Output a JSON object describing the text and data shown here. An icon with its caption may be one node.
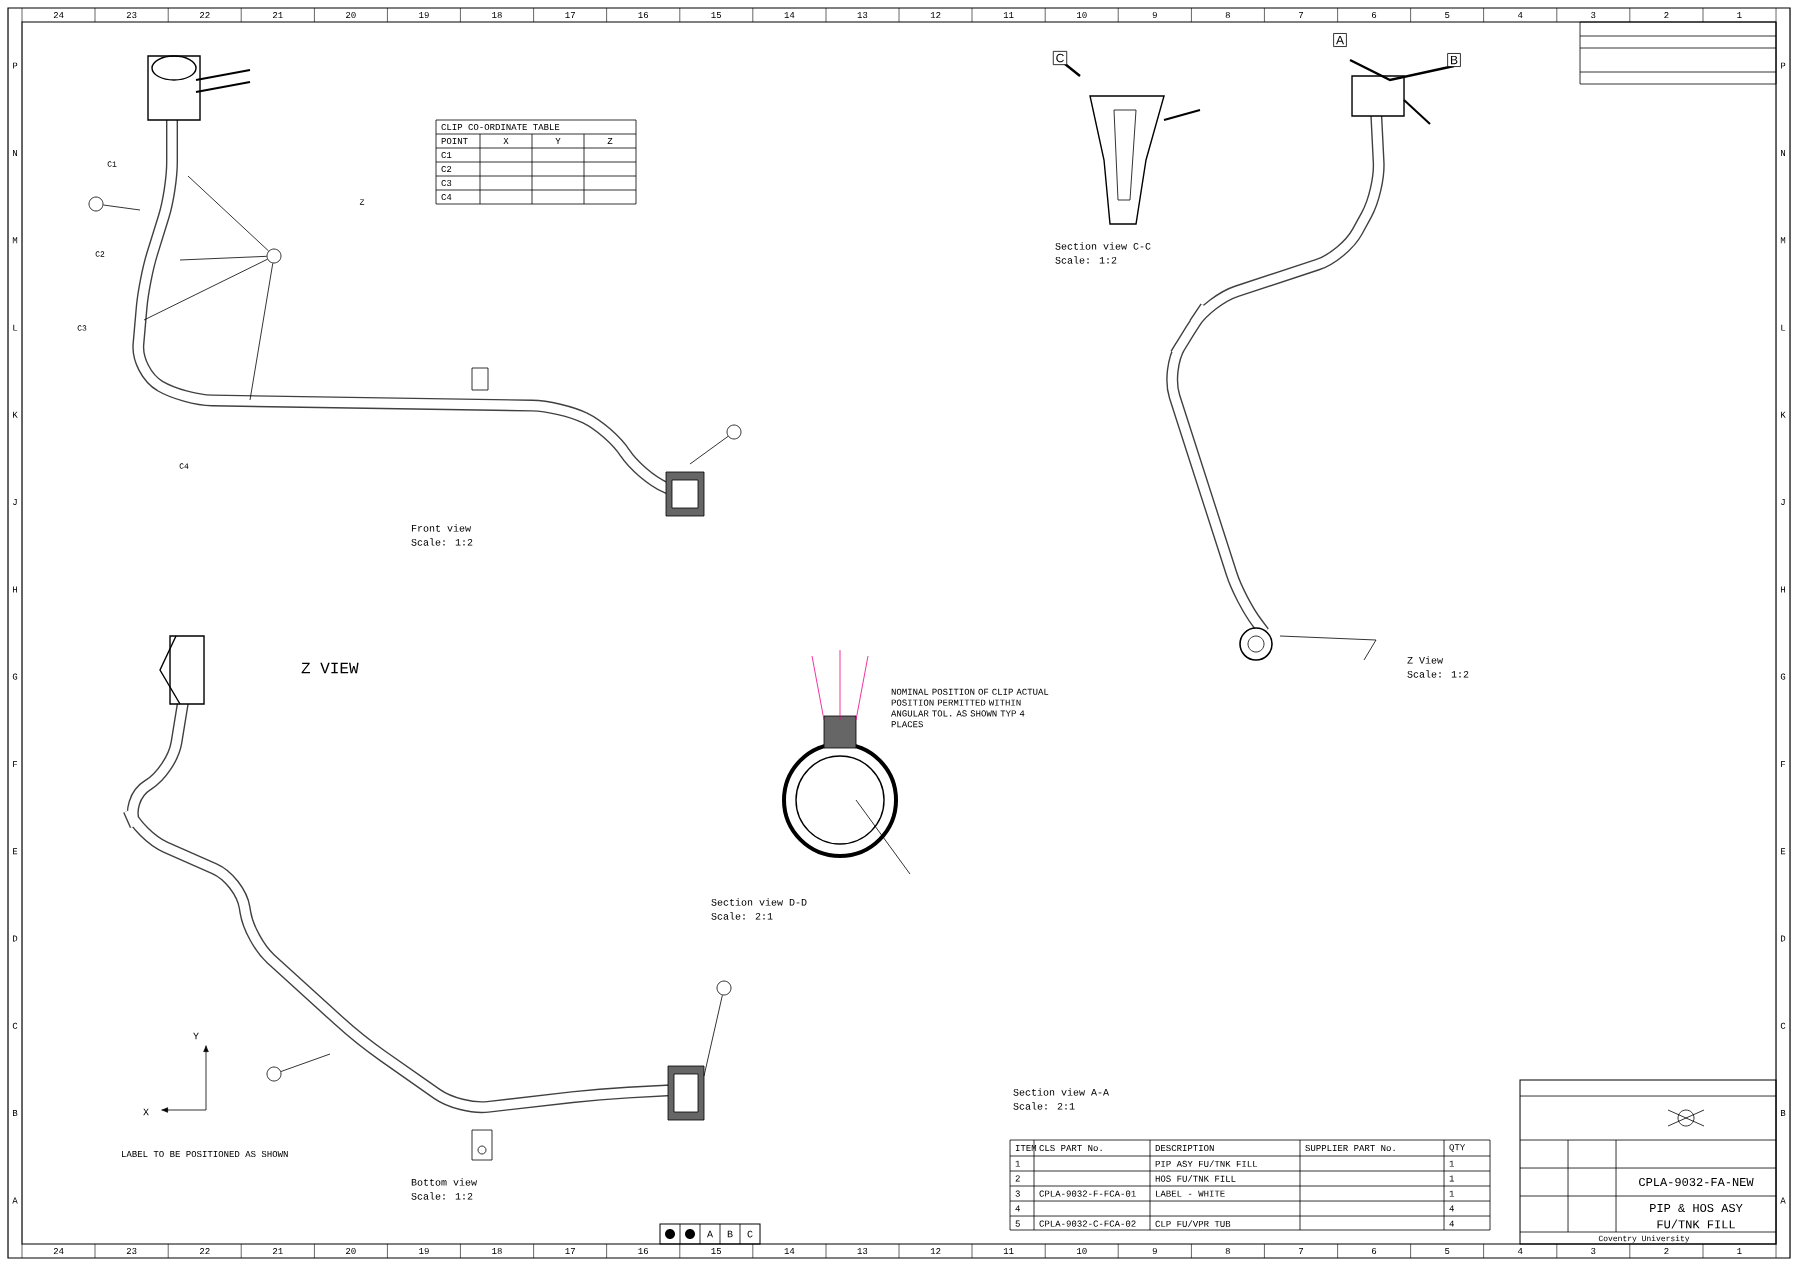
{
  "diagram": {
    "nodes": [
      {
        "text": [
          "C"
        ]
      },
      {
        "text": [
          "A"
        ]
      },
      {
        "text": [
          "B"
        ]
      },
      {
        "text": [],
        "shape": "circle"
      },
      {
        "text": [],
        "shape": "circle"
      },
      {
        "text": [],
        "shape": "circle"
      },
      {
        "text": [],
        "shape": "circle"
      },
      {
        "text": [],
        "shape": "circle"
      }
    ],
    "edges": [
      {
        "from": 3,
        "to": null,
        "arrow": "none"
      },
      {
        "from": 3,
        "to": null,
        "arrow": "none"
      },
      {
        "from": 3,
        "to": null,
        "arrow": "none"
      },
      {
        "from": 3,
        "to": null,
        "arrow": "none"
      },
      {
        "from": 4,
        "to": null,
        "arrow": "none"
      },
      {
        "from": 5,
        "to": null,
        "arrow": "none"
      },
      {
        "from": 6,
        "to": null,
        "arrow": "none"
      },
      {
        "from": 7,
        "to": null,
        "arrow": "none"
      }
    ],
    "labels": [
      "24",
      "23",
      "22",
      "21",
      "20",
      "19",
      "18",
      "17",
      "16",
      "15",
      "14",
      "13",
      "12",
      "11",
      "10",
      "9",
      "8",
      "7",
      "6",
      "5",
      "4",
      "3",
      "2",
      "1",
      "24",
      "23",
      "22",
      "21",
      "20",
      "19",
      "18",
      "17",
      "16",
      "15",
      "14",
      "13",
      "12",
      "11",
      "10",
      "9",
      "8",
      "7",
      "6",
      "5",
      "4",
      "3",
      "2",
      "1",
      "P",
      "N",
      "M",
      "L",
      "K",
      "J",
      "H",
      "G",
      "F",
      "E",
      "D",
      "C",
      "B",
      "A",
      "P",
      "N",
      "M",
      "L",
      "K",
      "J",
      "H",
      "G",
      "F",
      "E",
      "D",
      "C",
      "B",
      "A",
      "CLIP CO-ORDINATE TABLE",
      "POINT",
      "X",
      "Y",
      "Z",
      "C1",
      "C2",
      "C3",
      "C4",
      "C1",
      "C2",
      "C3",
      "C4",
      "Z",
      "Front view",
      "Scale:  1:2",
      "Section view C-C",
      "Scale:  1:2",
      "Z View",
      "Scale:  1:2",
      "Z VIEW",
      "NOMINAL POSITION OF CLIP ACTUAL POSITION PERMITTED WITHIN ANGULAR TOL. AS SHOWN TYP 4 PLACES",
      "Section view D-D",
      "Scale:  2:1",
      "Y",
      "X",
      "LABEL TO BE POSITIONED AS SHOWN",
      "Section view A-A",
      "Scale:  2:1",
      "Bottom view",
      "Scale:  1:2",
      "A",
      "B",
      "C",
      "ITEM",
      "CLS PART No.",
      "DESCRIPTION",
      "SUPPLIER PART No.",
      "QTY",
      "1",
      "PIP ASY FU/TNK FILL",
      "1",
      "2",
      "HOS FU/TNK FILL",
      "1",
      "3",
      "CPLA-9032-F-FCA-01",
      "LABEL - WHITE",
      "1",
      "4",
      "4",
      "5",
      "CPLA-9032-C-FCA-02",
      "CLP FU/VPR TUB",
      "4",
      "CPLA-9032-FA-NEW",
      "PIP & HOS ASY",
      "FU/TNK FILL",
      "Coventry University"
    ]
  }
}
